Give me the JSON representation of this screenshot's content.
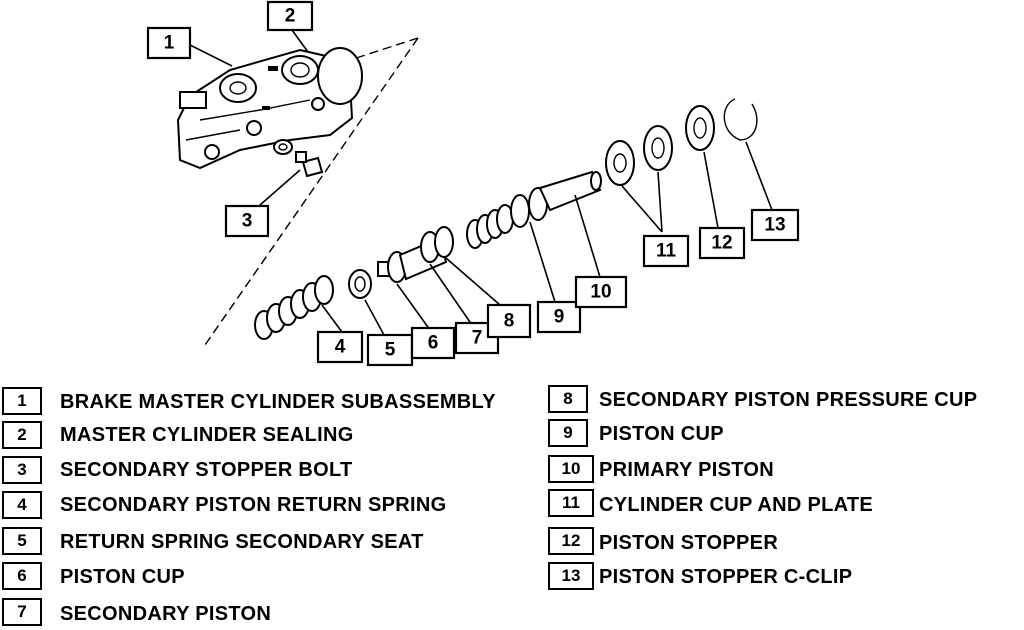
{
  "callouts": [
    {
      "num": "1"
    },
    {
      "num": "2"
    },
    {
      "num": "3"
    },
    {
      "num": "4"
    },
    {
      "num": "5"
    },
    {
      "num": "6"
    },
    {
      "num": "7"
    },
    {
      "num": "8"
    },
    {
      "num": "9"
    },
    {
      "num": "10"
    },
    {
      "num": "11"
    },
    {
      "num": "12"
    },
    {
      "num": "13"
    }
  ],
  "legend": [
    {
      "num": "1",
      "label": "BRAKE MASTER CYLINDER SUBASSEMBLY"
    },
    {
      "num": "2",
      "label": "MASTER CYLINDER SEALING"
    },
    {
      "num": "3",
      "label": "SECONDARY STOPPER BOLT"
    },
    {
      "num": "4",
      "label": "SECONDARY PISTON RETURN SPRING"
    },
    {
      "num": "5",
      "label": "RETURN SPRING SECONDARY SEAT"
    },
    {
      "num": "6",
      "label": "PISTON CUP"
    },
    {
      "num": "7",
      "label": "SECONDARY PISTON"
    },
    {
      "num": "8",
      "label": "SECONDARY PISTON PRESSURE CUP"
    },
    {
      "num": "9",
      "label": "PISTON CUP"
    },
    {
      "num": "10",
      "label": "PRIMARY PISTON"
    },
    {
      "num": "11",
      "label": "CYLINDER CUP AND PLATE"
    },
    {
      "num": "12",
      "label": "PISTON STOPPER"
    },
    {
      "num": "13",
      "label": "PISTON STOPPER C-CLIP"
    }
  ]
}
